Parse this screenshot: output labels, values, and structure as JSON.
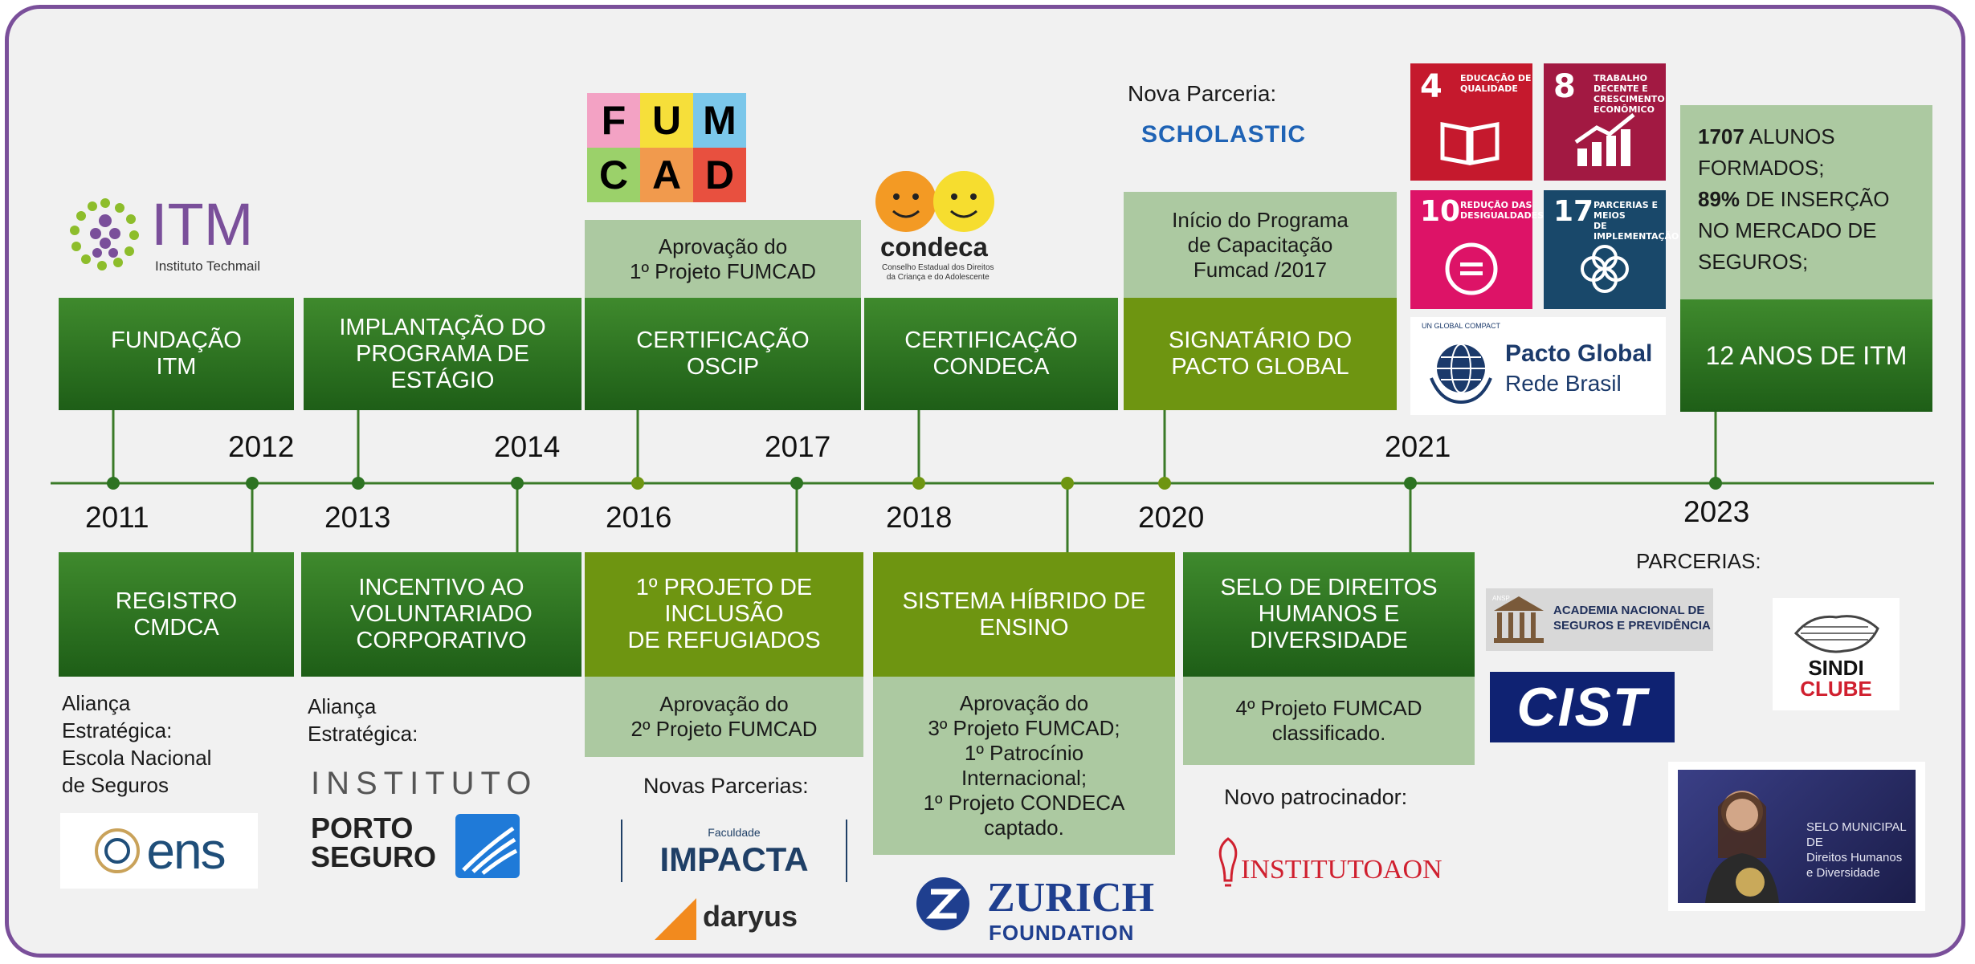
{
  "header_logo": {
    "name": "ITM",
    "subtitle": "Instituto Techmail"
  },
  "years": {
    "y2011": "2011",
    "y2012": "2012",
    "y2013": "2013",
    "y2014": "2014",
    "y2016": "2016",
    "y2017": "2017",
    "y2018": "2018",
    "y2020": "2020",
    "y2021": "2021",
    "y2023": "2023"
  },
  "top_boxes": {
    "fundacao": "FUNDAÇÃO\nITM",
    "estagio": "IMPLANTAÇÃO DO\nPROGRAMA DE\nESTÁGIO",
    "oscip": "CERTIFICAÇÃO\nOSCIP",
    "condeca": "CERTIFICAÇÃO\nCONDECA",
    "pacto": "SIGNATÁRIO DO\nPACTO GLOBAL",
    "anos": "12 ANOS DE ITM"
  },
  "bottom_boxes": {
    "cmdca": "REGISTRO\nCMDCA",
    "voluntariado": "INCENTIVO AO\nVOLUNTARIADO\nCORPORATIVO",
    "refugiados": "1º PROJETO DE\nINCLUSÃO\nDE REFUGIADOS",
    "hibrido": "SISTEMA HÍBRIDO DE\nENSINO",
    "selo": "SELO DE DIREITOS\nHUMANOS E\nDIVERSIDADE"
  },
  "notes": {
    "fumcad1": "Aprovação do\n1º Projeto FUMCAD",
    "capacitacao": "Início do Programa\nde Capacitação\nFumcad /2017",
    "fumcad2": "Aprovação do\n2º Projeto FUMCAD",
    "fumcad3": "Aprovação do\n3º Projeto FUMCAD;\n1º Patrocínio\nInternacional;\n1º Projeto CONDECA\ncaptado.",
    "fumcad4": "4º Projeto FUMCAD\nclassificado.",
    "alunos_num": "1707",
    "alunos_txt": " ALUNOS\nFORMADOS;",
    "insercao_num": "89%",
    "insercao_txt": " DE INSERÇÃO\nNO MERCADO DE\nSEGUROS;"
  },
  "labels": {
    "alianca1": "Aliança\nEstratégica:\nEscola Nacional\nde Seguros",
    "alianca2": "Aliança\nEstratégica:",
    "novas_parcerias": "Novas Parcerias:",
    "nova_parceria": "Nova Parceria:",
    "novo_patrocinador": "Novo patrocinador:",
    "parcerias": "PARCERIAS:"
  },
  "logos": {
    "fumcad": [
      "F",
      "U",
      "M",
      "C",
      "A",
      "D"
    ],
    "condeca": "condeca",
    "condeca_sub": "Conselho Estadual dos Direitos\nda Criança e do Adolescente",
    "scholastic": "SCHOLASTIC",
    "ens": "ens",
    "instituto": "INSTITUTO",
    "porto": "PORTO\nSEGURO",
    "impacta_top": "Faculdade",
    "impacta": "IMPACTA",
    "daryus": "daryus",
    "zurich": "ZURICH",
    "zurich_sub": "FOUNDATION",
    "aon": "INSTITUTOAON",
    "pacto_global": "Pacto Global",
    "rede_brasil": "Rede Brasil",
    "un_compact": "UN GLOBAL COMPACT",
    "ansp": "ACADEMIA NACIONAL DE\nSEGUROS E PREVIDÊNCIA",
    "ansp_tag": "ANSP",
    "cist": "CIST",
    "sindi": "SINDI",
    "clube": "CLUBE",
    "selo_photo": "SELO MUNICIPAL DE\nDireitos Humanos\ne Diversidade"
  },
  "sdgs": [
    {
      "num": "4",
      "text": "EDUCAÇÃO DE\nQUALIDADE",
      "color": "#c5192d"
    },
    {
      "num": "8",
      "text": "TRABALHO DECENTE E\nCRESCIMENTO\nECONÔMICO",
      "color": "#a21942"
    },
    {
      "num": "10",
      "text": "REDUÇÃO DAS\nDESIGUALDADES",
      "color": "#dd1367"
    },
    {
      "num": "17",
      "text": "PARCERIAS E MEIOS\nDE IMPLEMENTAÇÃO",
      "color": "#19486a"
    }
  ],
  "colors": {
    "dark_green": "#2d7322",
    "light_green": "#6e9511",
    "note_green": "#acc9a1",
    "frame": "#7a4f9a",
    "axis": "#2d7322"
  }
}
